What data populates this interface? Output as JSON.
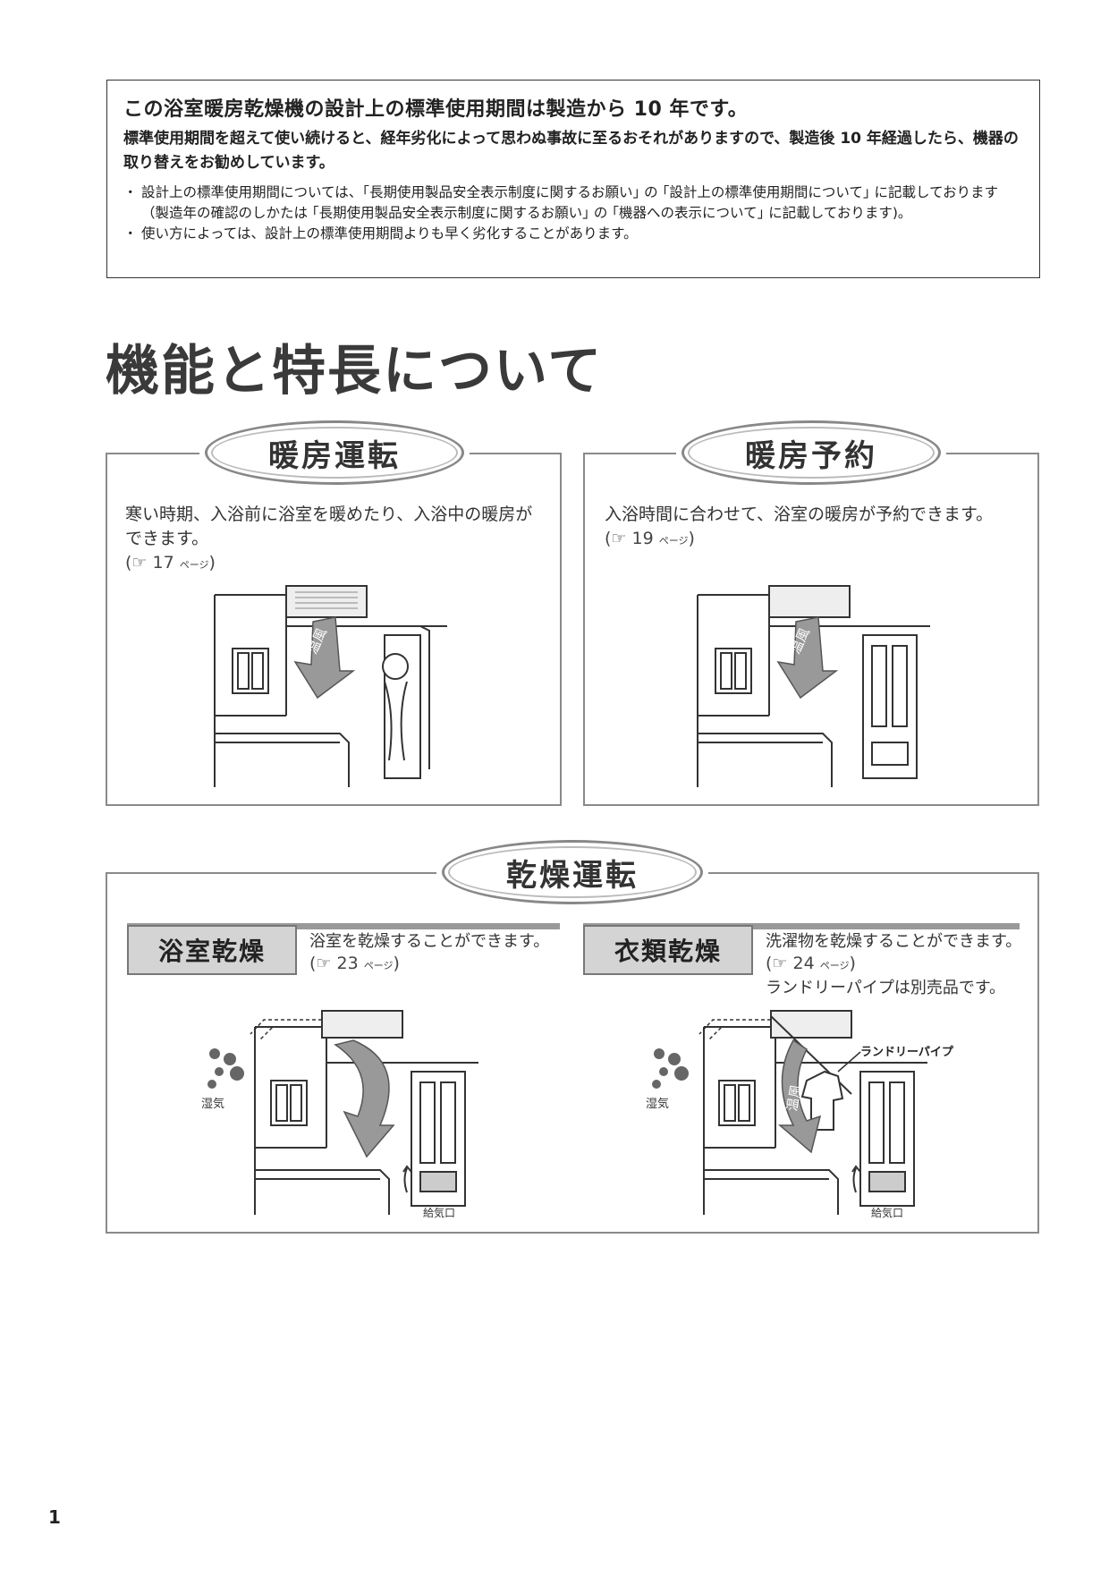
{
  "notice": {
    "title": "この浴室暖房乾燥機の設計上の標準使用期間は製造から 10 年です。",
    "lead": "標準使用期間を超えて使い続けると、経年劣化によって思わぬ事故に至るおそれがありますので、製造後 10 年経過したら、機器の取り替えをお勧めしています。",
    "bullets": [
      "設計上の標準使用期間については、｢長期使用製品安全表示制度に関するお願い｣ の ｢設計上の標準使用期間について｣ に記載しております（製造年の確認のしかたは ｢長期使用製品安全表示制度に関するお願い｣ の ｢機器への表示について｣ に記載しております)。",
      "使い方によっては、設計上の標準使用期間よりも早く劣化することがあります。"
    ]
  },
  "heading": "機能と特長について",
  "heating": {
    "title": "暖房運転",
    "description": "寒い時期、入浴前に浴室を暖めたり、入浴中の暖房ができます。",
    "ref_open": "(☞ ",
    "ref_page": "17",
    "ref_unit": "ページ",
    "ref_close": ")",
    "airflow_label": "温風"
  },
  "timer": {
    "title": "暖房予約",
    "description": "入浴時間に合わせて、浴室の暖房が予約できます。",
    "ref_open": "(☞ ",
    "ref_page": "19",
    "ref_unit": "ページ",
    "ref_close": ")",
    "airflow_label": "温風"
  },
  "drying": {
    "title": "乾燥運転",
    "bathroom": {
      "label": "浴室乾燥",
      "description": "浴室を乾燥することができます。",
      "ref_open": "(☞ ",
      "ref_page": "23",
      "ref_unit": "ページ",
      "ref_close": ")",
      "airflow_label": "温風",
      "moisture_label": "湿気",
      "intake_label": "給気口"
    },
    "clothes": {
      "label": "衣類乾燥",
      "description": "洗濯物を乾燥することができます。",
      "ref_open": "(☞ ",
      "ref_page": "24",
      "ref_unit": "ページ",
      "ref_close": ")",
      "note": "ランドリーパイプは別売品です。",
      "pipe_label": "ランドリーパイプ",
      "airflow_label": "温風",
      "moisture_label": "湿気",
      "intake_label": "給気口"
    }
  },
  "page_number": "1"
}
